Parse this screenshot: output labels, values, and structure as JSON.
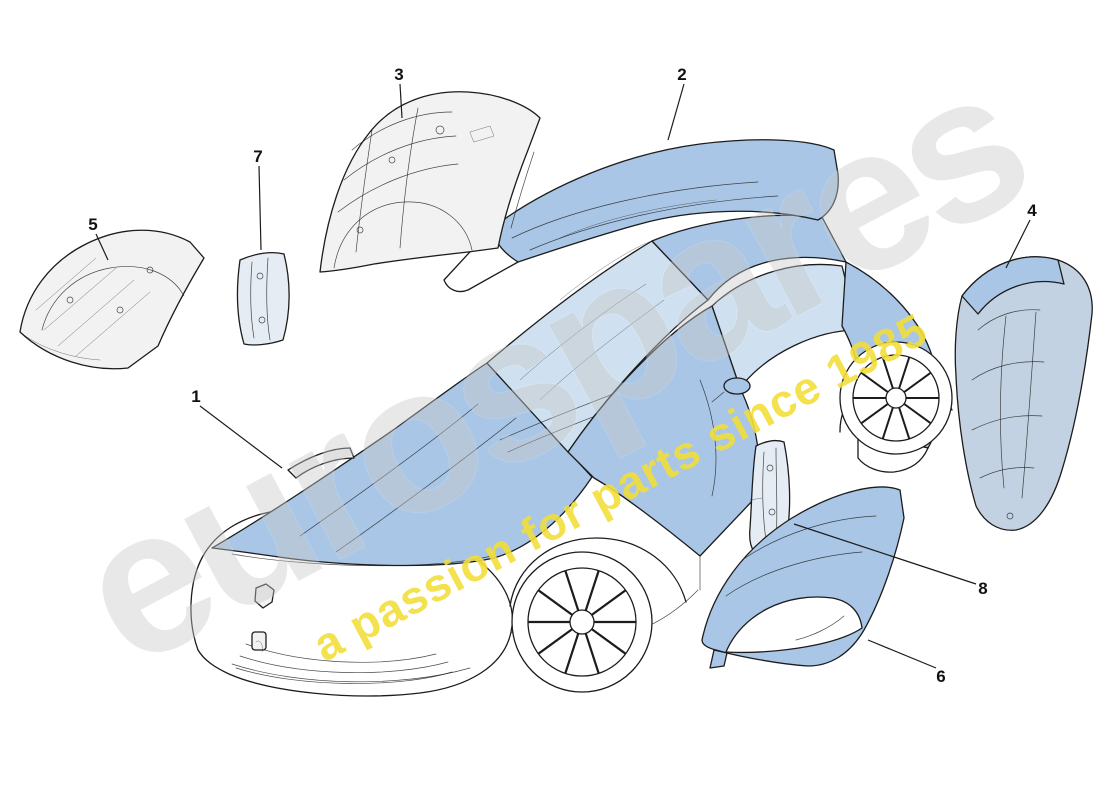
{
  "diagram": {
    "type": "exploded-parts-diagram",
    "subject": "car bodyshell and external panels",
    "watermark": {
      "brand": "eurospares",
      "tagline": "a passion for parts since 1985"
    },
    "colors": {
      "panel_blue": "#a9c6e6",
      "panel_blue_light": "#cfe0f0",
      "line_dark": "#1c1c1c",
      "watermark_gray": "#c9c9c9",
      "watermark_yellow": "#f2de3a",
      "background": "#ffffff"
    },
    "callouts": [
      {
        "number": "1"
      },
      {
        "number": "2"
      },
      {
        "number": "3"
      },
      {
        "number": "4"
      },
      {
        "number": "5"
      },
      {
        "number": "6"
      },
      {
        "number": "7"
      },
      {
        "number": "8"
      }
    ]
  }
}
